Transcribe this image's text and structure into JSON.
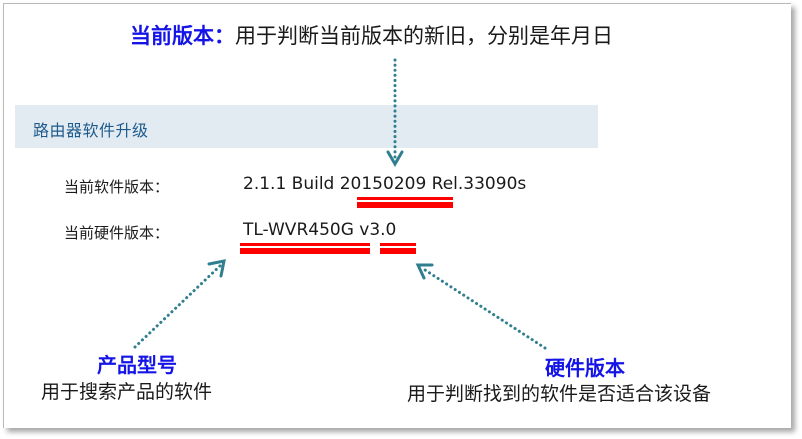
{
  "annotations": {
    "current_version": {
      "title": "当前版本：",
      "description": "用于判断当前版本的新旧，分别是年月日"
    },
    "product_model": {
      "title": "产品型号",
      "description": "用于搜索产品的软件"
    },
    "hardware_version": {
      "title": "硬件版本",
      "description": "用于判断找到的软件是否适合该设备"
    }
  },
  "panel": {
    "header": "路由器软件升级",
    "rows": [
      {
        "label": "当前软件版本：",
        "value": "2.1.1 Build 20150209 Rel.33090s"
      },
      {
        "label": "当前硬件版本：",
        "value": "TL-WVR450G v3.0"
      }
    ]
  },
  "colors": {
    "annotation_title": "#1414e6",
    "panel_header_bg": "#e3ebf2",
    "panel_header_text": "#1e5b8c",
    "underline": "#ff0000",
    "arrow": "#2f7f8f"
  }
}
